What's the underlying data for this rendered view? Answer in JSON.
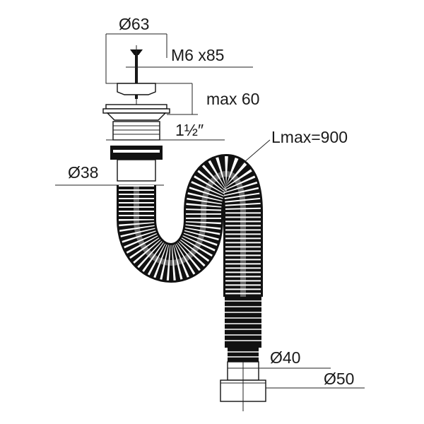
{
  "dimensions": {
    "strainer_diameter": "Ø63",
    "screw": "M6 x85",
    "max_thickness": "max 60",
    "thread": "1½″",
    "flexible_length": "Lmax=900",
    "inlet_diameter": "Ø38",
    "outlet_diameter_small": "Ø40",
    "outlet_diameter_large": "Ø50"
  },
  "colors": {
    "line": "#111111",
    "background": "#ffffff"
  }
}
